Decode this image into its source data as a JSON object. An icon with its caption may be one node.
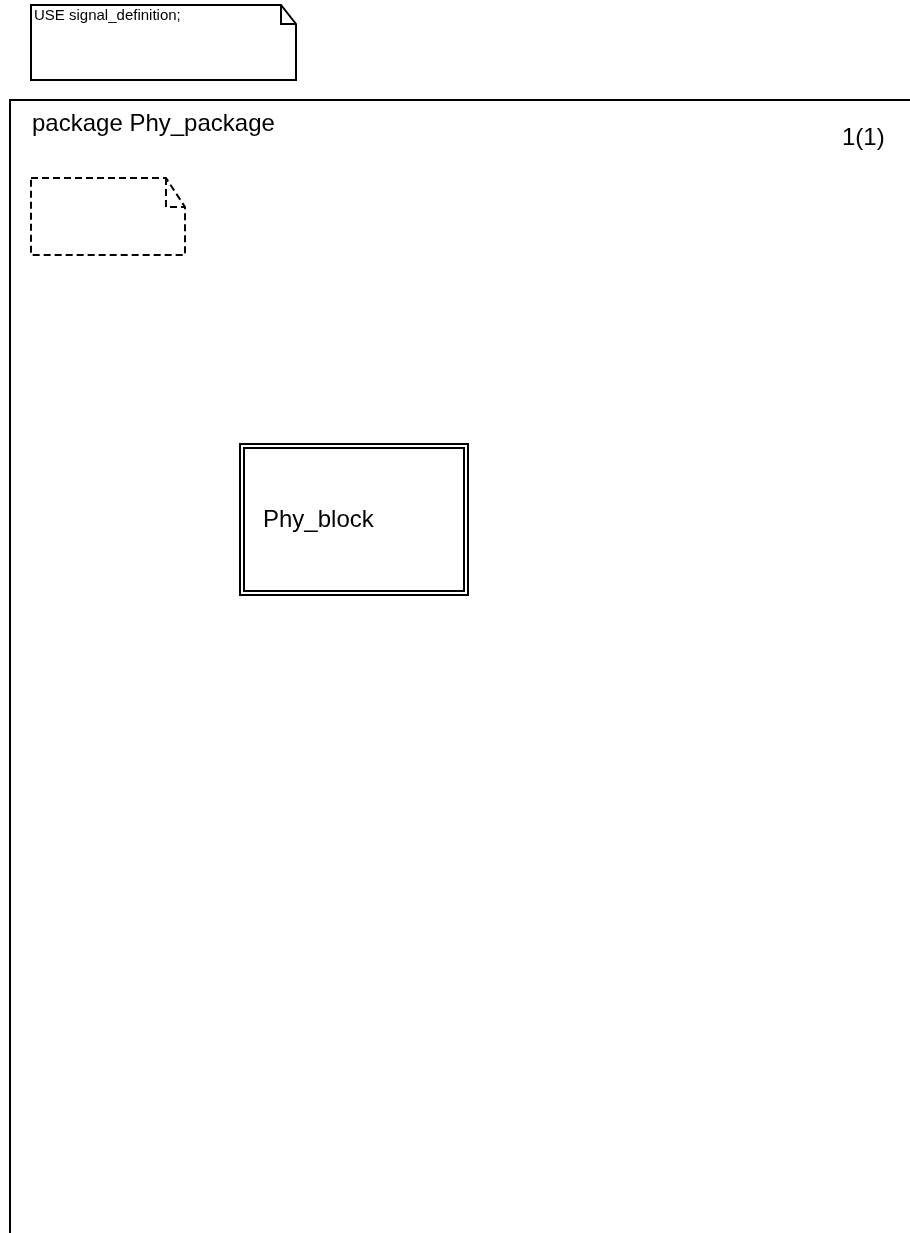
{
  "diagram": {
    "nodes": [
      {
        "text": [
          "USE signal_definition;"
        ]
      },
      {
        "text": [
          "package Phy_package"
        ]
      },
      {
        "text": [],
        "shape": "note",
        "in": 1
      },
      {
        "text": [
          "Phy_block"
        ],
        "in": 1
      }
    ],
    "edges": [],
    "labels": [
      "1(1)"
    ]
  }
}
